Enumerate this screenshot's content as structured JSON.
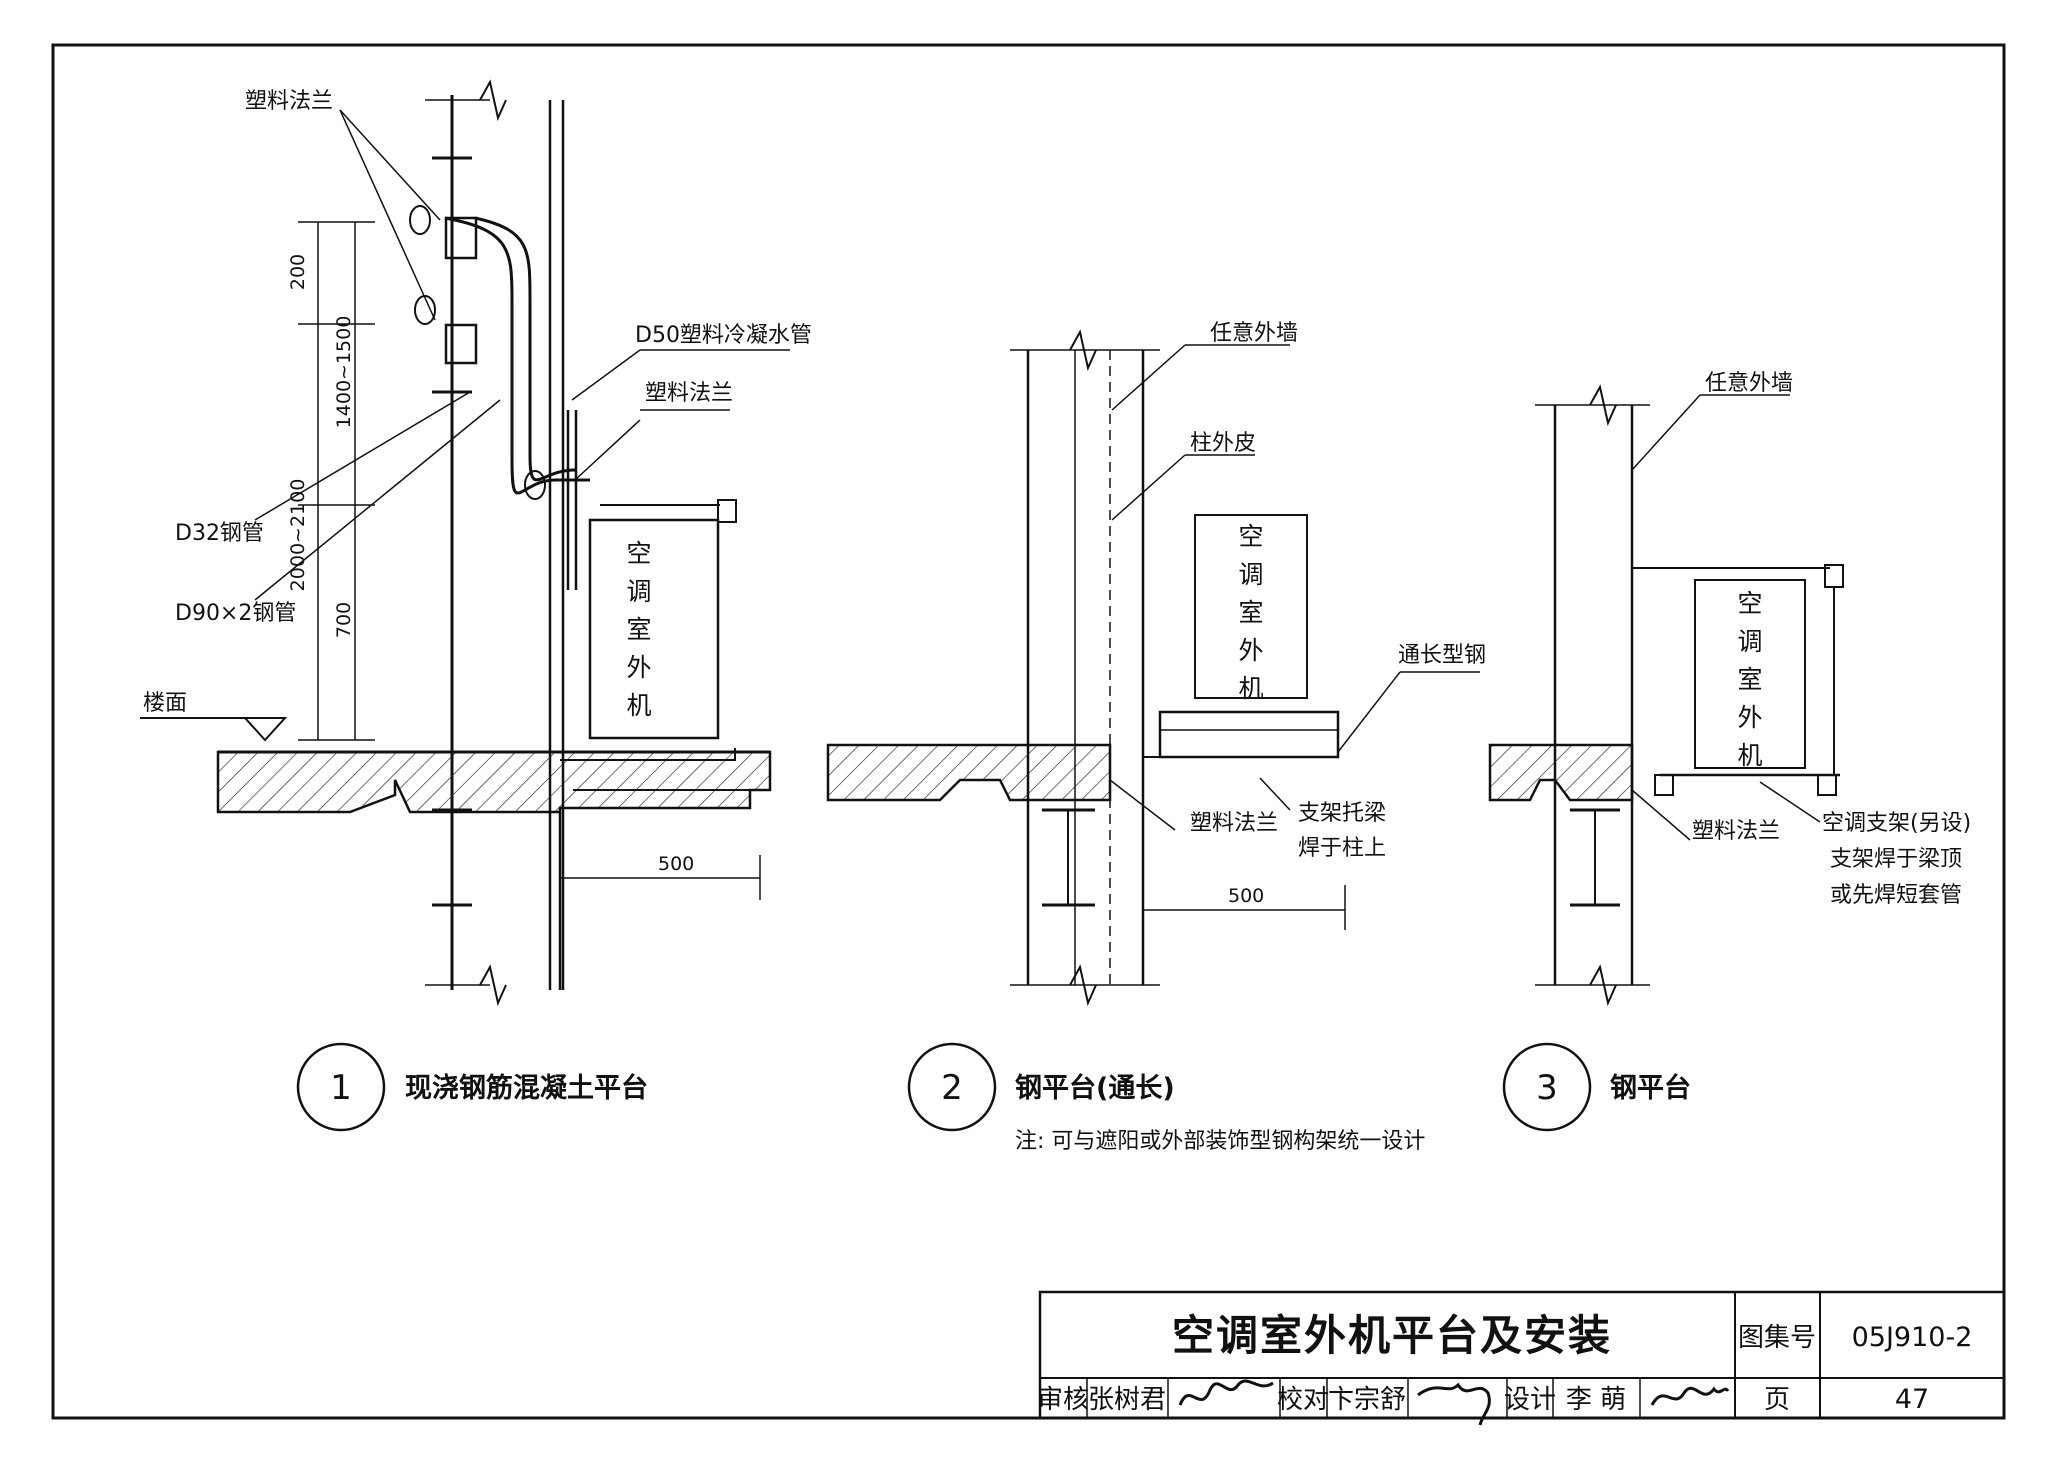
{
  "sheet": {
    "details": [
      {
        "number": "1",
        "caption": "现浇钢筋混凝土平台",
        "labels": {
          "flange_top": "塑料法兰",
          "condensate_pipe": "D50塑料冷凝水管",
          "flange_mid": "塑料法兰",
          "d32": "D32钢管",
          "d90": "D90×2钢管",
          "floor": "楼面",
          "unit": [
            "空",
            "调",
            "室",
            "外",
            "机"
          ]
        },
        "dims": {
          "d200": "200",
          "d1400": "1400~1500",
          "d2000": "2000~2100",
          "d700": "700",
          "d500": "500"
        }
      },
      {
        "number": "2",
        "caption": "钢平台(通长)",
        "note": "注: 可与遮阳或外部装饰型钢构架统一设计",
        "labels": {
          "wall": "任意外墙",
          "column_skin": "柱外皮",
          "long_steel": "通长型钢",
          "flange": "塑料法兰",
          "bracket_1": "支架托梁",
          "bracket_2": "焊于柱上",
          "unit": [
            "空",
            "调",
            "室",
            "外",
            "机"
          ]
        },
        "dims": {
          "d500": "500"
        }
      },
      {
        "number": "3",
        "caption": "钢平台",
        "labels": {
          "wall": "任意外墙",
          "flange": "塑料法兰",
          "support_1": "空调支架(另设)",
          "support_2": "支架焊于梁顶",
          "support_3": "或先焊短套管",
          "unit": [
            "空",
            "调",
            "室",
            "外",
            "机"
          ]
        }
      }
    ]
  },
  "title_block": {
    "title": "空调室外机平台及安装",
    "atlas_label": "图集号",
    "atlas_value": "05J910-2",
    "review_label": "审核",
    "reviewer": "张树君",
    "check_label": "校对",
    "checker": "卞宗舒",
    "design_label": "设计",
    "designer": "李  萌",
    "page_label": "页",
    "page_value": "47"
  }
}
